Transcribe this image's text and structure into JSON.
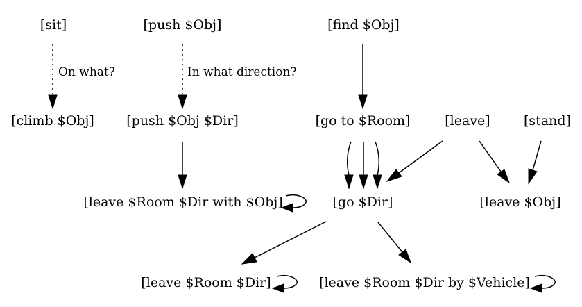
{
  "diagram": {
    "nodes": {
      "sit": "[sit]",
      "push_obj": "[push $Obj]",
      "find_obj": "[find $Obj]",
      "climb_obj": "[climb $Obj]",
      "push_obj_dir": "[push $Obj $Dir]",
      "go_to_room": "[go to $Room]",
      "leave": "[leave]",
      "stand": "[stand]",
      "leave_room_dir_with_obj": "[leave $Room $Dir with $Obj]",
      "go_dir": "[go $Dir]",
      "leave_obj": "[leave $Obj]",
      "leave_room_dir": "[leave $Room $Dir]",
      "leave_room_dir_by_vehicle": "[leave $Room $Dir by $Vehicle]"
    },
    "edge_labels": {
      "sit_to_climb": "On what?",
      "push_to_push_dir": "In what direction?"
    },
    "edges": [
      {
        "from": "sit",
        "to": "climb_obj",
        "style": "dotted",
        "label": "sit_to_climb"
      },
      {
        "from": "push_obj",
        "to": "push_obj_dir",
        "style": "dotted",
        "label": "push_to_push_dir"
      },
      {
        "from": "find_obj",
        "to": "go_to_room",
        "style": "solid"
      },
      {
        "from": "push_obj_dir",
        "to": "leave_room_dir_with_obj",
        "style": "solid"
      },
      {
        "from": "go_to_room",
        "to": "go_dir",
        "style": "solid"
      },
      {
        "from": "go_to_room",
        "to": "go_dir",
        "style": "solid"
      },
      {
        "from": "go_to_room",
        "to": "go_dir",
        "style": "solid"
      },
      {
        "from": "leave",
        "to": "go_dir",
        "style": "solid"
      },
      {
        "from": "leave",
        "to": "leave_obj",
        "style": "solid"
      },
      {
        "from": "stand",
        "to": "leave_obj",
        "style": "solid"
      },
      {
        "from": "go_dir",
        "to": "leave_room_dir",
        "style": "solid"
      },
      {
        "from": "go_dir",
        "to": "leave_room_dir_by_vehicle",
        "style": "solid"
      },
      {
        "from": "leave_room_dir_with_obj",
        "to": "leave_room_dir_with_obj",
        "style": "self-loop"
      },
      {
        "from": "leave_room_dir",
        "to": "leave_room_dir",
        "style": "self-loop"
      },
      {
        "from": "leave_room_dir_by_vehicle",
        "to": "leave_room_dir_by_vehicle",
        "style": "self-loop"
      }
    ]
  }
}
